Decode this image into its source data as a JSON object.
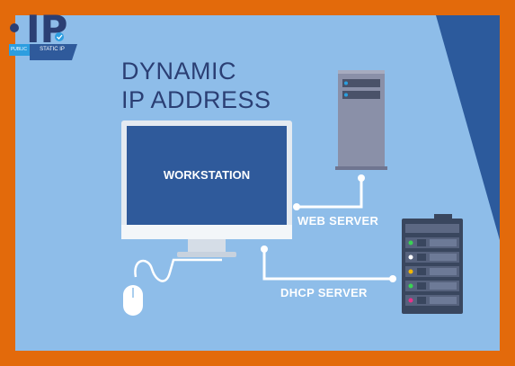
{
  "heading": {
    "line1": "DYNAMIC",
    "line2": "IP ADDRESS"
  },
  "workstation": {
    "label": "WORKSTATION"
  },
  "web_server": {
    "label": "WEB SERVER"
  },
  "dhcp_server": {
    "label": "DHCP SERVER"
  },
  "logo": {
    "mark": "IP",
    "left_tag": "PUBLIC",
    "right_tag": "STATIC IP"
  },
  "colors": {
    "frame": "#e36a0b",
    "background": "#8ebde9",
    "navy": "#2b3f74",
    "stripe": "#2c5a9c",
    "screen": "#2f5a9b",
    "server_dark": "#39465e",
    "server_light": "#8a90a8",
    "wire": "#ffffff"
  }
}
